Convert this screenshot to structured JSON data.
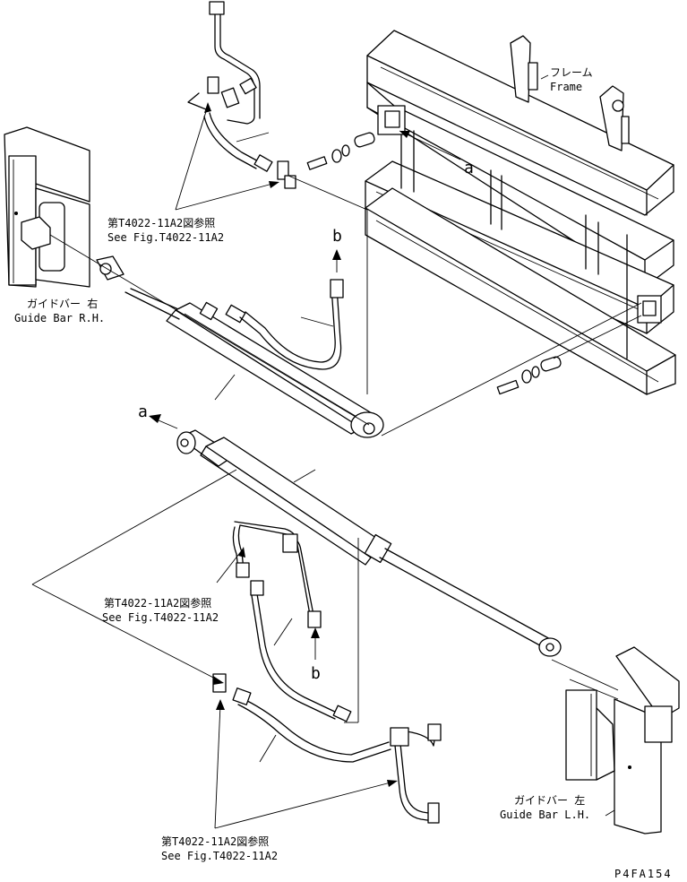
{
  "labels": {
    "frame_jp": "フレーム",
    "frame_en": "Frame",
    "ref_top_jp": "第T4022-11A2図参照",
    "ref_top_en": "See Fig.T4022-11A2",
    "guide_rh_jp": "ガイドバー 右",
    "guide_rh_en": "Guide Bar R.H.",
    "ref_mid_jp": "第T4022-11A2図参照",
    "ref_mid_en": "See Fig.T4022-11A2",
    "guide_lh_jp": "ガイドバー 左",
    "guide_lh_en": "Guide Bar L.H.",
    "ref_bot_jp": "第T4022-11A2図参照",
    "ref_bot_en": "See Fig.T4022-11A2",
    "mark_a_frame": "a",
    "mark_a_cyl": "a",
    "mark_b_top": "b",
    "mark_b_bot": "b",
    "drawing_no": "P4FA154"
  }
}
